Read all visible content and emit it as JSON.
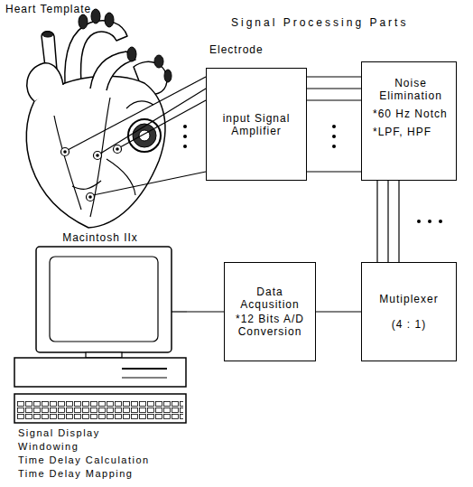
{
  "diagram": {
    "nodes": [
      {
        "text": [
          "input Signal Amplifier"
        ]
      },
      {
        "text": [
          "Noise Elimination",
          "*60 Hz Notch",
          "*LPF, HPF"
        ]
      },
      {
        "text": [
          "Mutiplexer",
          "(4 : 1)"
        ]
      },
      {
        "text": [
          "Data Acqusition",
          "*12 Bits A/D Conversion"
        ]
      },
      {
        "text": [
          "Macintosh IIx"
        ]
      }
    ],
    "edges": [
      {
        "from": 0,
        "to": 1,
        "arrow": "none"
      },
      {
        "from": 1,
        "to": 2,
        "arrow": "none"
      },
      {
        "from": 2,
        "to": 3,
        "arrow": "none"
      },
      {
        "from": 3,
        "to": 4,
        "arrow": "none"
      }
    ],
    "labels": [
      "Heart Template",
      "Signal Processing Parts",
      "Electrode",
      "Signal Display",
      "Windowing",
      "Time Delay Calculation",
      "Time Delay Mapping"
    ]
  }
}
